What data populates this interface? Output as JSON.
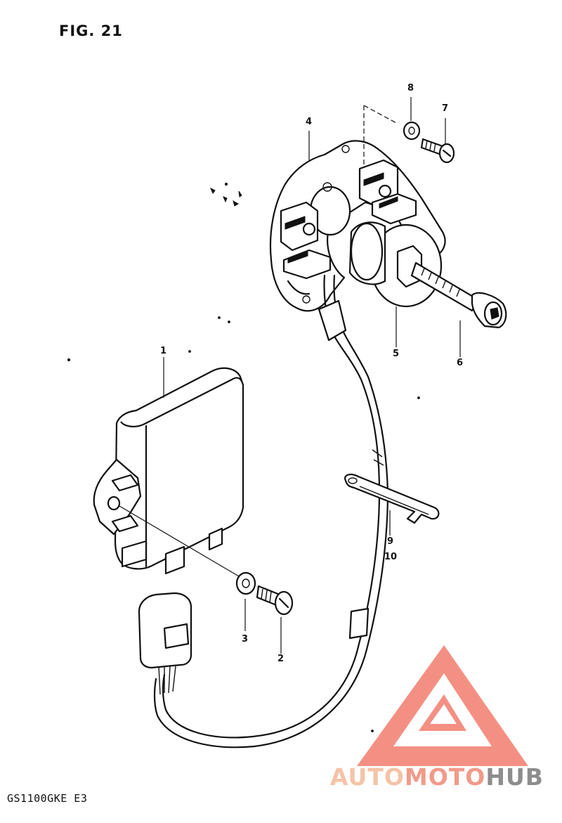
{
  "figure": {
    "title": "FIG. 21",
    "model_code": "GS1100GKE E3"
  },
  "callouts": [
    {
      "id": "1",
      "label": "1"
    },
    {
      "id": "2",
      "label": "2"
    },
    {
      "id": "3",
      "label": "3"
    },
    {
      "id": "4",
      "label": "4"
    },
    {
      "id": "5",
      "label": "5"
    },
    {
      "id": "6",
      "label": "6"
    },
    {
      "id": "7",
      "label": "7"
    },
    {
      "id": "8",
      "label": "8"
    },
    {
      "id": "9",
      "label": "9"
    },
    {
      "id": "10",
      "label": "10"
    }
  ],
  "watermark": {
    "brand_part1": "AUTO",
    "brand_part2": "MOTO",
    "brand_part3": "HUB",
    "colors": {
      "triangle": "#f27d6e",
      "auto": "#f5c3a6",
      "moto": "#f29a8a",
      "hub": "#8d8d8d"
    }
  }
}
